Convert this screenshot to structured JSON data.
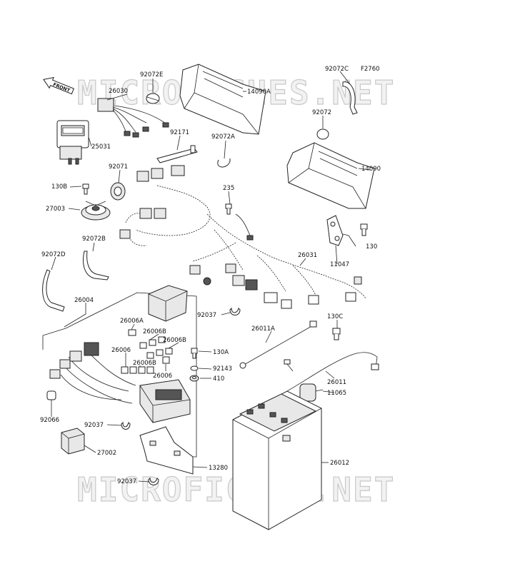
{
  "diagram": {
    "figure_code": "F2760",
    "front_marker": "FRONT",
    "watermark": "MICROFICHES.NET",
    "callouts": [
      {
        "id": "c-92072e",
        "text": "92072E"
      },
      {
        "id": "c-26030",
        "text": "26030"
      },
      {
        "id": "c-14090a",
        "text": "14090A"
      },
      {
        "id": "c-92072c",
        "text": "92072C"
      },
      {
        "id": "c-92072",
        "text": "92072"
      },
      {
        "id": "c-25031",
        "text": "25031"
      },
      {
        "id": "c-92171",
        "text": "92171"
      },
      {
        "id": "c-92072a",
        "text": "92072A"
      },
      {
        "id": "c-14090",
        "text": "14090"
      },
      {
        "id": "c-92071",
        "text": "92071"
      },
      {
        "id": "c-130b",
        "text": "130B"
      },
      {
        "id": "c-235",
        "text": "235"
      },
      {
        "id": "c-27003",
        "text": "27003"
      },
      {
        "id": "c-130",
        "text": "130"
      },
      {
        "id": "c-92072b",
        "text": "92072B"
      },
      {
        "id": "c-11047",
        "text": "11047"
      },
      {
        "id": "c-26031",
        "text": "26031"
      },
      {
        "id": "c-92072d",
        "text": "92072D"
      },
      {
        "id": "c-26004",
        "text": "26004"
      },
      {
        "id": "c-92037-top",
        "text": "92037"
      },
      {
        "id": "c-26006a",
        "text": "26006A"
      },
      {
        "id": "c-130c",
        "text": "130C"
      },
      {
        "id": "c-26006b-1",
        "text": "26006B"
      },
      {
        "id": "c-26011a",
        "text": "26011A"
      },
      {
        "id": "c-26006b-2",
        "text": "26006B"
      },
      {
        "id": "c-26006-1",
        "text": "26006"
      },
      {
        "id": "c-130a",
        "text": "130A"
      },
      {
        "id": "c-26006b-3",
        "text": "26006B"
      },
      {
        "id": "c-92143",
        "text": "92143"
      },
      {
        "id": "c-26006-2",
        "text": "26006"
      },
      {
        "id": "c-410",
        "text": "410"
      },
      {
        "id": "c-26011",
        "text": "26011"
      },
      {
        "id": "c-11065",
        "text": "11065"
      },
      {
        "id": "c-92066",
        "text": "92066"
      },
      {
        "id": "c-92037-mid",
        "text": "92037"
      },
      {
        "id": "c-27002",
        "text": "27002"
      },
      {
        "id": "c-26012",
        "text": "26012"
      },
      {
        "id": "c-13280",
        "text": "13280"
      },
      {
        "id": "c-92037-bot",
        "text": "92037"
      }
    ]
  }
}
